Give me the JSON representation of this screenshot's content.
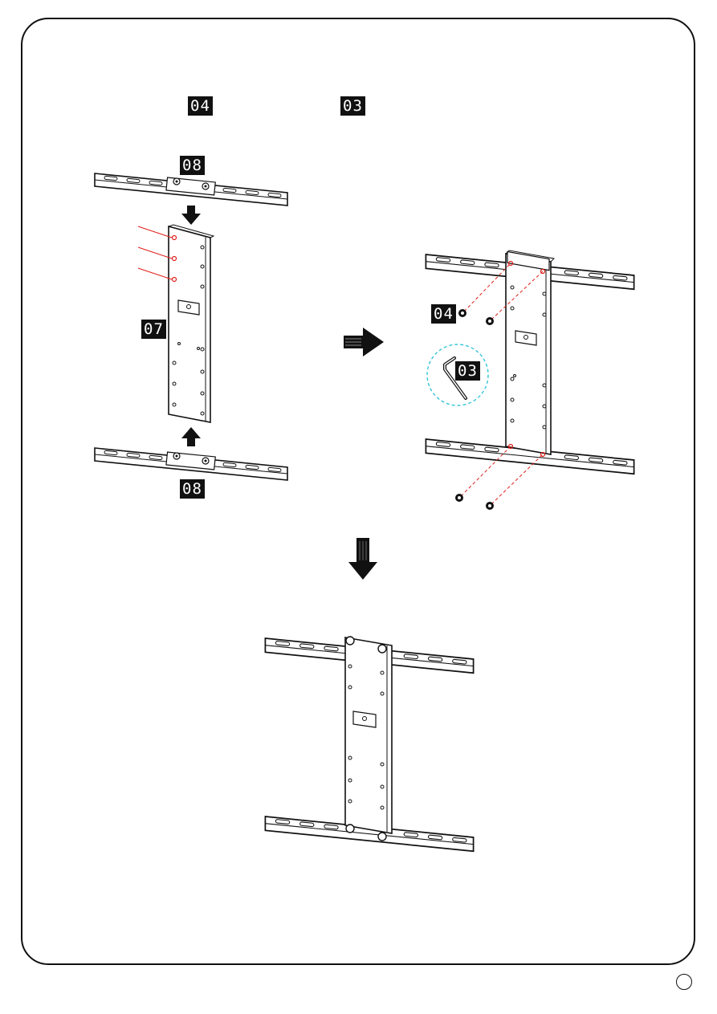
{
  "instruction": {
    "parts": [
      {
        "label": "04"
      },
      {
        "label": "03"
      }
    ]
  },
  "step1": {
    "rail_top_label": "08",
    "plate_label": "07",
    "rail_bottom_label": "08"
  },
  "step2": {
    "screw_label": "04",
    "key_label": "03"
  },
  "colors": {
    "line": "#111111",
    "highlight_red": "#e0201a",
    "callout_cyan": "#35c6d8",
    "tag_bg": "#111111",
    "tag_text": "#ffffff"
  }
}
